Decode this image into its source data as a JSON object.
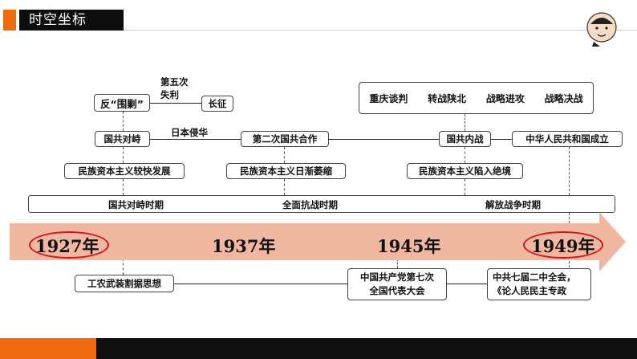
{
  "header": {
    "title": "时空坐标"
  },
  "colors": {
    "accent": "#f06a0f",
    "arrow": "#f0b8a0",
    "ring": "#d8141c"
  },
  "mascot": {
    "icon": "cartoon-scholar-icon"
  },
  "top": {
    "fan": "反“围剿”",
    "fifth_line1": "第五次",
    "fifth_line2": "失利",
    "long_march": "长征",
    "kmt_cpc": "国共对峙",
    "japan": "日本侵华",
    "second_coop": "第二次国共合作",
    "civil_war": "国共内战",
    "prc": "中华人民共和国成立",
    "events": [
      "重庆谈判",
      "转战陕北",
      "战略进攻",
      "战略决战"
    ],
    "cap1": "民族资本主义较快发展",
    "cap2": "民族资本主义日渐萎缩",
    "cap3": "民族资本主义陷入绝境"
  },
  "periods": [
    "国共对峙时期",
    "全面抗战时期",
    "解放战争时期"
  ],
  "years": [
    "1927年",
    "1937年",
    "1945年",
    "1949年"
  ],
  "bottom": {
    "workers": "工农武装割据思想",
    "seventh_line1": "中国共产党第七次",
    "seventh_line2": "全国代表大会",
    "second_plenum_line1": "中共七届二中全会，",
    "second_plenum_line2": "《论人民民主专政"
  }
}
